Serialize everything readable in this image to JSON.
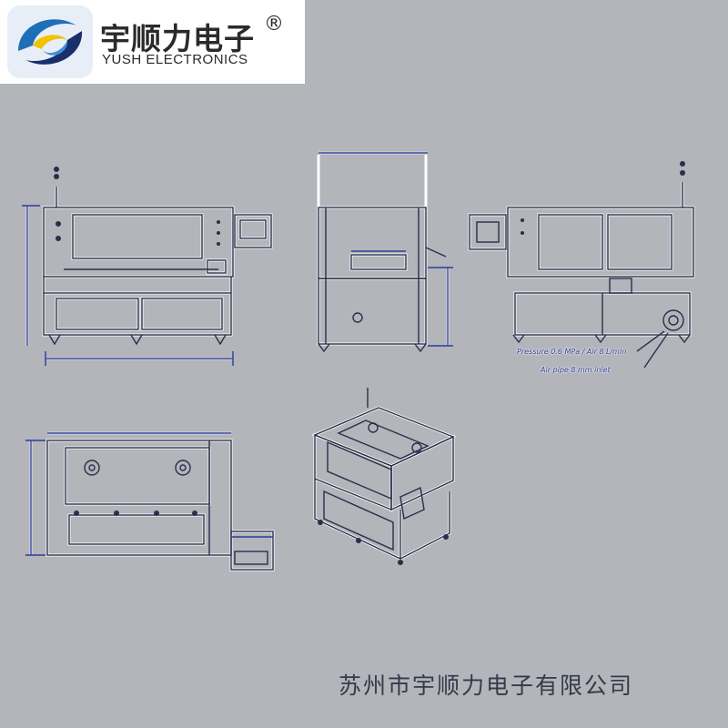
{
  "brand": {
    "name_cn": "宇顺力电子",
    "registered_mark": "®",
    "name_en": "YUSH ELECTRONICS",
    "logo_colors": {
      "blue": "#1f6fb8",
      "yellow": "#f2c100",
      "dark": "#1a2f6a"
    }
  },
  "footer": {
    "company_name": "苏州市宇顺力电子有限公司"
  },
  "annotations": {
    "note_1": "Pressure 0.6 MPa / Air 8 L/min",
    "note_2": "Air pipe 8 mm inlet"
  },
  "views": [
    "front-view",
    "side-view",
    "rear-view",
    "top-view",
    "isometric-view"
  ]
}
